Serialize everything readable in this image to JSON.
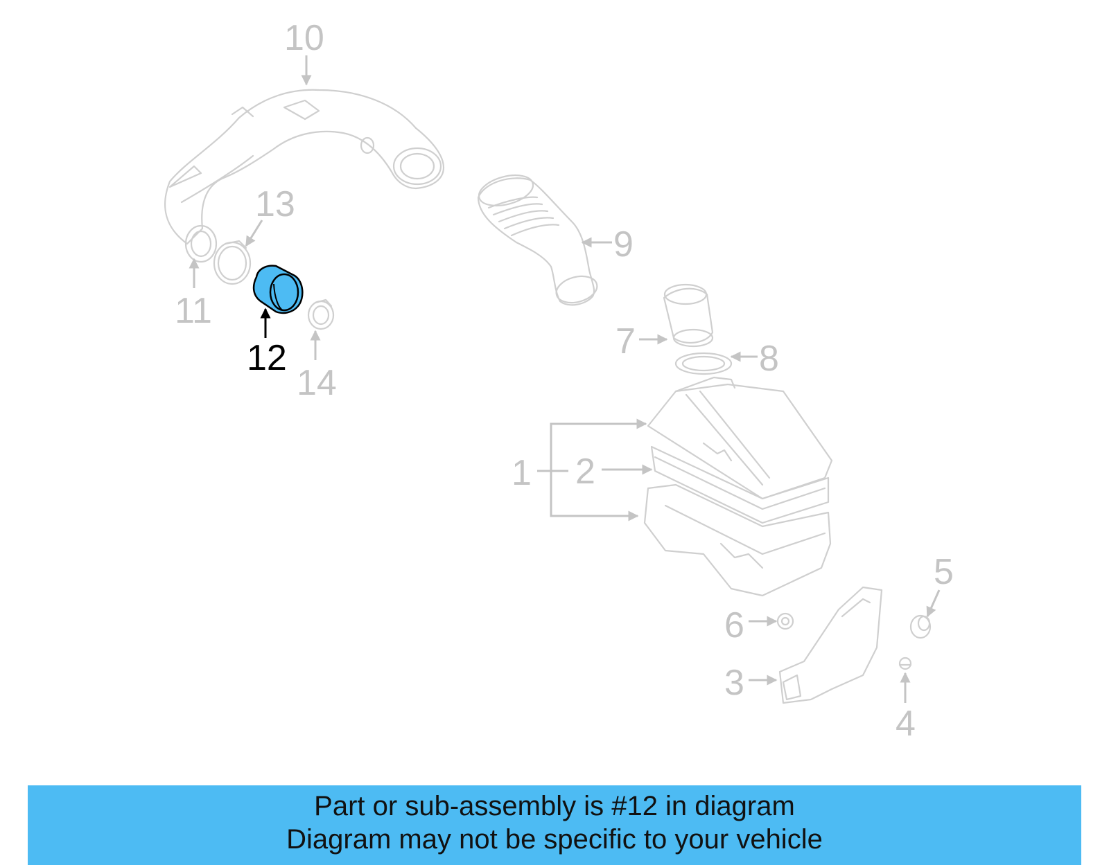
{
  "diagram": {
    "highlighted_part": "12",
    "highlight_color": "#4dbbf3",
    "callouts": [
      "1",
      "2",
      "3",
      "4",
      "5",
      "6",
      "7",
      "8",
      "9",
      "10",
      "11",
      "12",
      "13",
      "14"
    ]
  },
  "banner": {
    "line1": "Part or sub-assembly is #12 in diagram",
    "line2": "Diagram may not be specific to your vehicle",
    "background": "#4dbbf3"
  }
}
